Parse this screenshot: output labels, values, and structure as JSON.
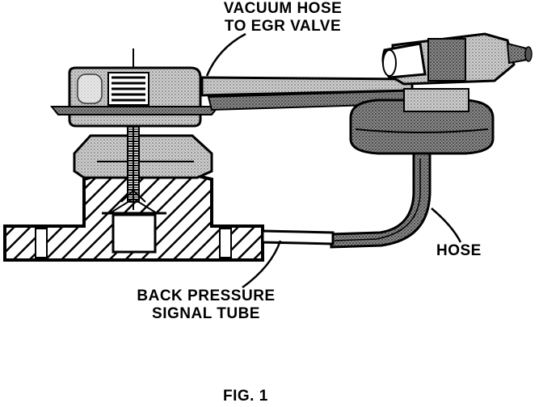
{
  "labels": {
    "vacuum_hose": [
      "VACUUM HOSE",
      "TO EGR VALVE"
    ],
    "hose": "HOSE",
    "back_pressure": [
      "BACK PRESSURE",
      "SIGNAL TUBE"
    ],
    "figure": "FIG. 1"
  },
  "colors": {
    "ink": "#000000",
    "paper": "#ffffff",
    "shade": "#bdbdbd"
  }
}
